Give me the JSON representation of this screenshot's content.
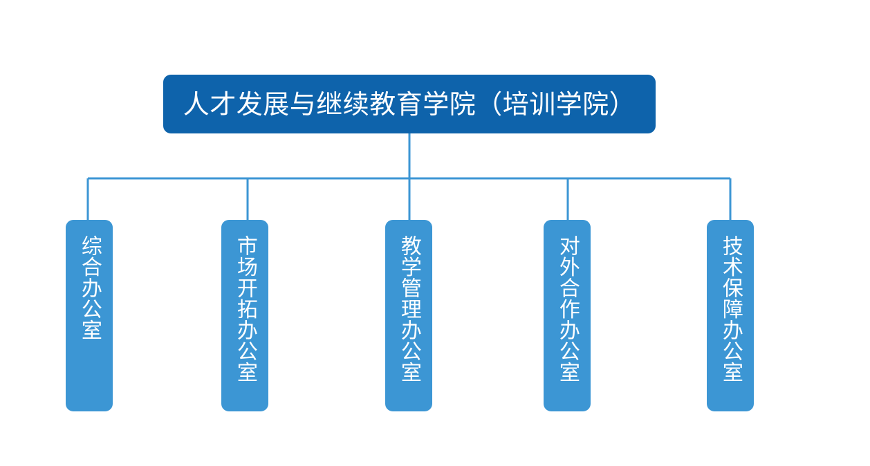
{
  "diagram": {
    "type": "organization-chart",
    "orientation": "top-down",
    "colors": {
      "root_fill": "#0e63ab",
      "child_fill": "#3c96d4",
      "connector_line": "#3c96d4",
      "text": "#ffffff",
      "background": "#ffffff"
    },
    "root": {
      "label": "人才发展与继续教育学院（培训学院）",
      "text_direction": "horizontal"
    },
    "children": [
      {
        "label": "综合办公室",
        "text_direction": "vertical"
      },
      {
        "label": "市场开拓办公室",
        "text_direction": "vertical"
      },
      {
        "label": "教学管理办公室",
        "text_direction": "vertical"
      },
      {
        "label": "对外合作办公室",
        "text_direction": "vertical"
      },
      {
        "label": "技术保障办公室",
        "text_direction": "vertical"
      }
    ]
  }
}
